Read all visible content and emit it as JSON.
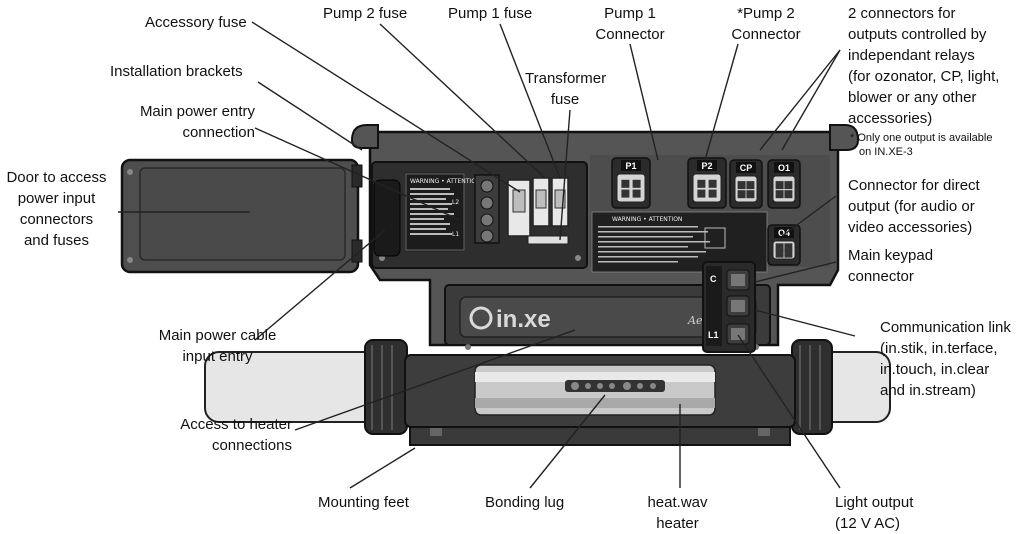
{
  "labels": {
    "accessory_fuse": "Accessory fuse",
    "pump2_fuse": "Pump 2 fuse",
    "pump1_fuse": "Pump 1 fuse",
    "pump1_connector": [
      "Pump 1",
      "Connector"
    ],
    "pump2_connector": [
      "*Pump 2",
      "Connector"
    ],
    "relay_connectors": [
      "2 connectors for",
      "outputs controlled by",
      "independant relays",
      "(for ozonator, CP, light,",
      "blower or any other",
      "accessories)"
    ],
    "relay_note": [
      "* Only one output is available",
      "on IN.XE-3"
    ],
    "installation_brackets": "Installation brackets",
    "transformer_fuse": [
      "Transformer",
      "fuse"
    ],
    "main_power_entry": [
      "Main power entry",
      "connection"
    ],
    "door_access": [
      "Door to access",
      "power input",
      "connectors",
      "and fuses"
    ],
    "direct_output": [
      "Connector for direct",
      "output (for audio or",
      "video accessories)"
    ],
    "main_keypad": [
      "Main keypad",
      "connector"
    ],
    "main_power_cable": [
      "Main power cable",
      "input entry"
    ],
    "communication_link": [
      "Communication link",
      "(in.stik, in.terface,",
      "in.touch, in.clear",
      "and in.stream)"
    ],
    "heater_access": [
      "Access to heater",
      "connections"
    ],
    "mounting_feet": "Mounting feet",
    "bonding_lug": "Bonding lug",
    "heater": [
      "heat.wav",
      "heater"
    ],
    "light_output": [
      "Light output",
      "(12 V AC)"
    ]
  },
  "device": {
    "brand": "in.xe",
    "brand_tag": "Aeware",
    "connector_labels": [
      "P1",
      "P2",
      "CP",
      "O1",
      "O4"
    ],
    "keypad_labels": [
      "C",
      "",
      "L1"
    ],
    "terminal_labels": [
      "L2",
      "L1"
    ],
    "warning_title": "WARNING • ATTENTION"
  },
  "colors": {
    "body": "#4a4a4a",
    "body_dark": "#2e2e2e",
    "outline": "#1a1a1a",
    "leader": "#222222",
    "pipe": "#d8d8d8"
  }
}
